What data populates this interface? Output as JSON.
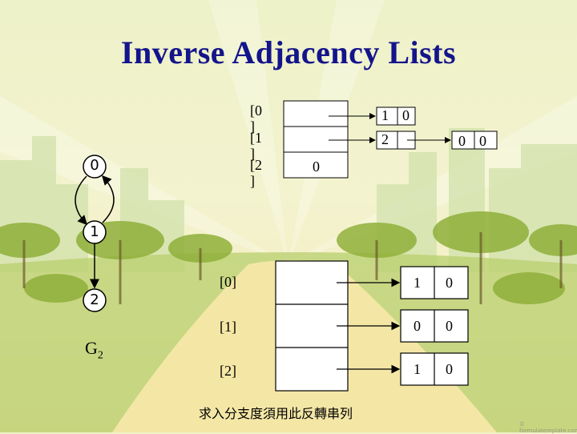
{
  "slide": {
    "title": "Inverse Adjacency Lists",
    "caption": "求入分支度須用此反轉串列",
    "graph_label": "G",
    "graph_label_sub": "2",
    "watermark": "© formulatemplate.com"
  },
  "graph": {
    "nodes": [
      "0",
      "1",
      "2"
    ]
  },
  "top_list": {
    "indices": [
      "[0\n]",
      "[1\n]",
      "[2\n]"
    ],
    "node_a": [
      "1",
      "0"
    ],
    "node_b_vertex": "2",
    "node_c": [
      "0",
      "0"
    ],
    "null_value": "0"
  },
  "bottom_list": {
    "indices": [
      "[0]",
      "[1]",
      "[2]"
    ],
    "nodes": [
      {
        "vertex": "1",
        "link": "0"
      },
      {
        "vertex": "0",
        "link": "0"
      },
      {
        "vertex": "1",
        "link": "0"
      }
    ]
  }
}
